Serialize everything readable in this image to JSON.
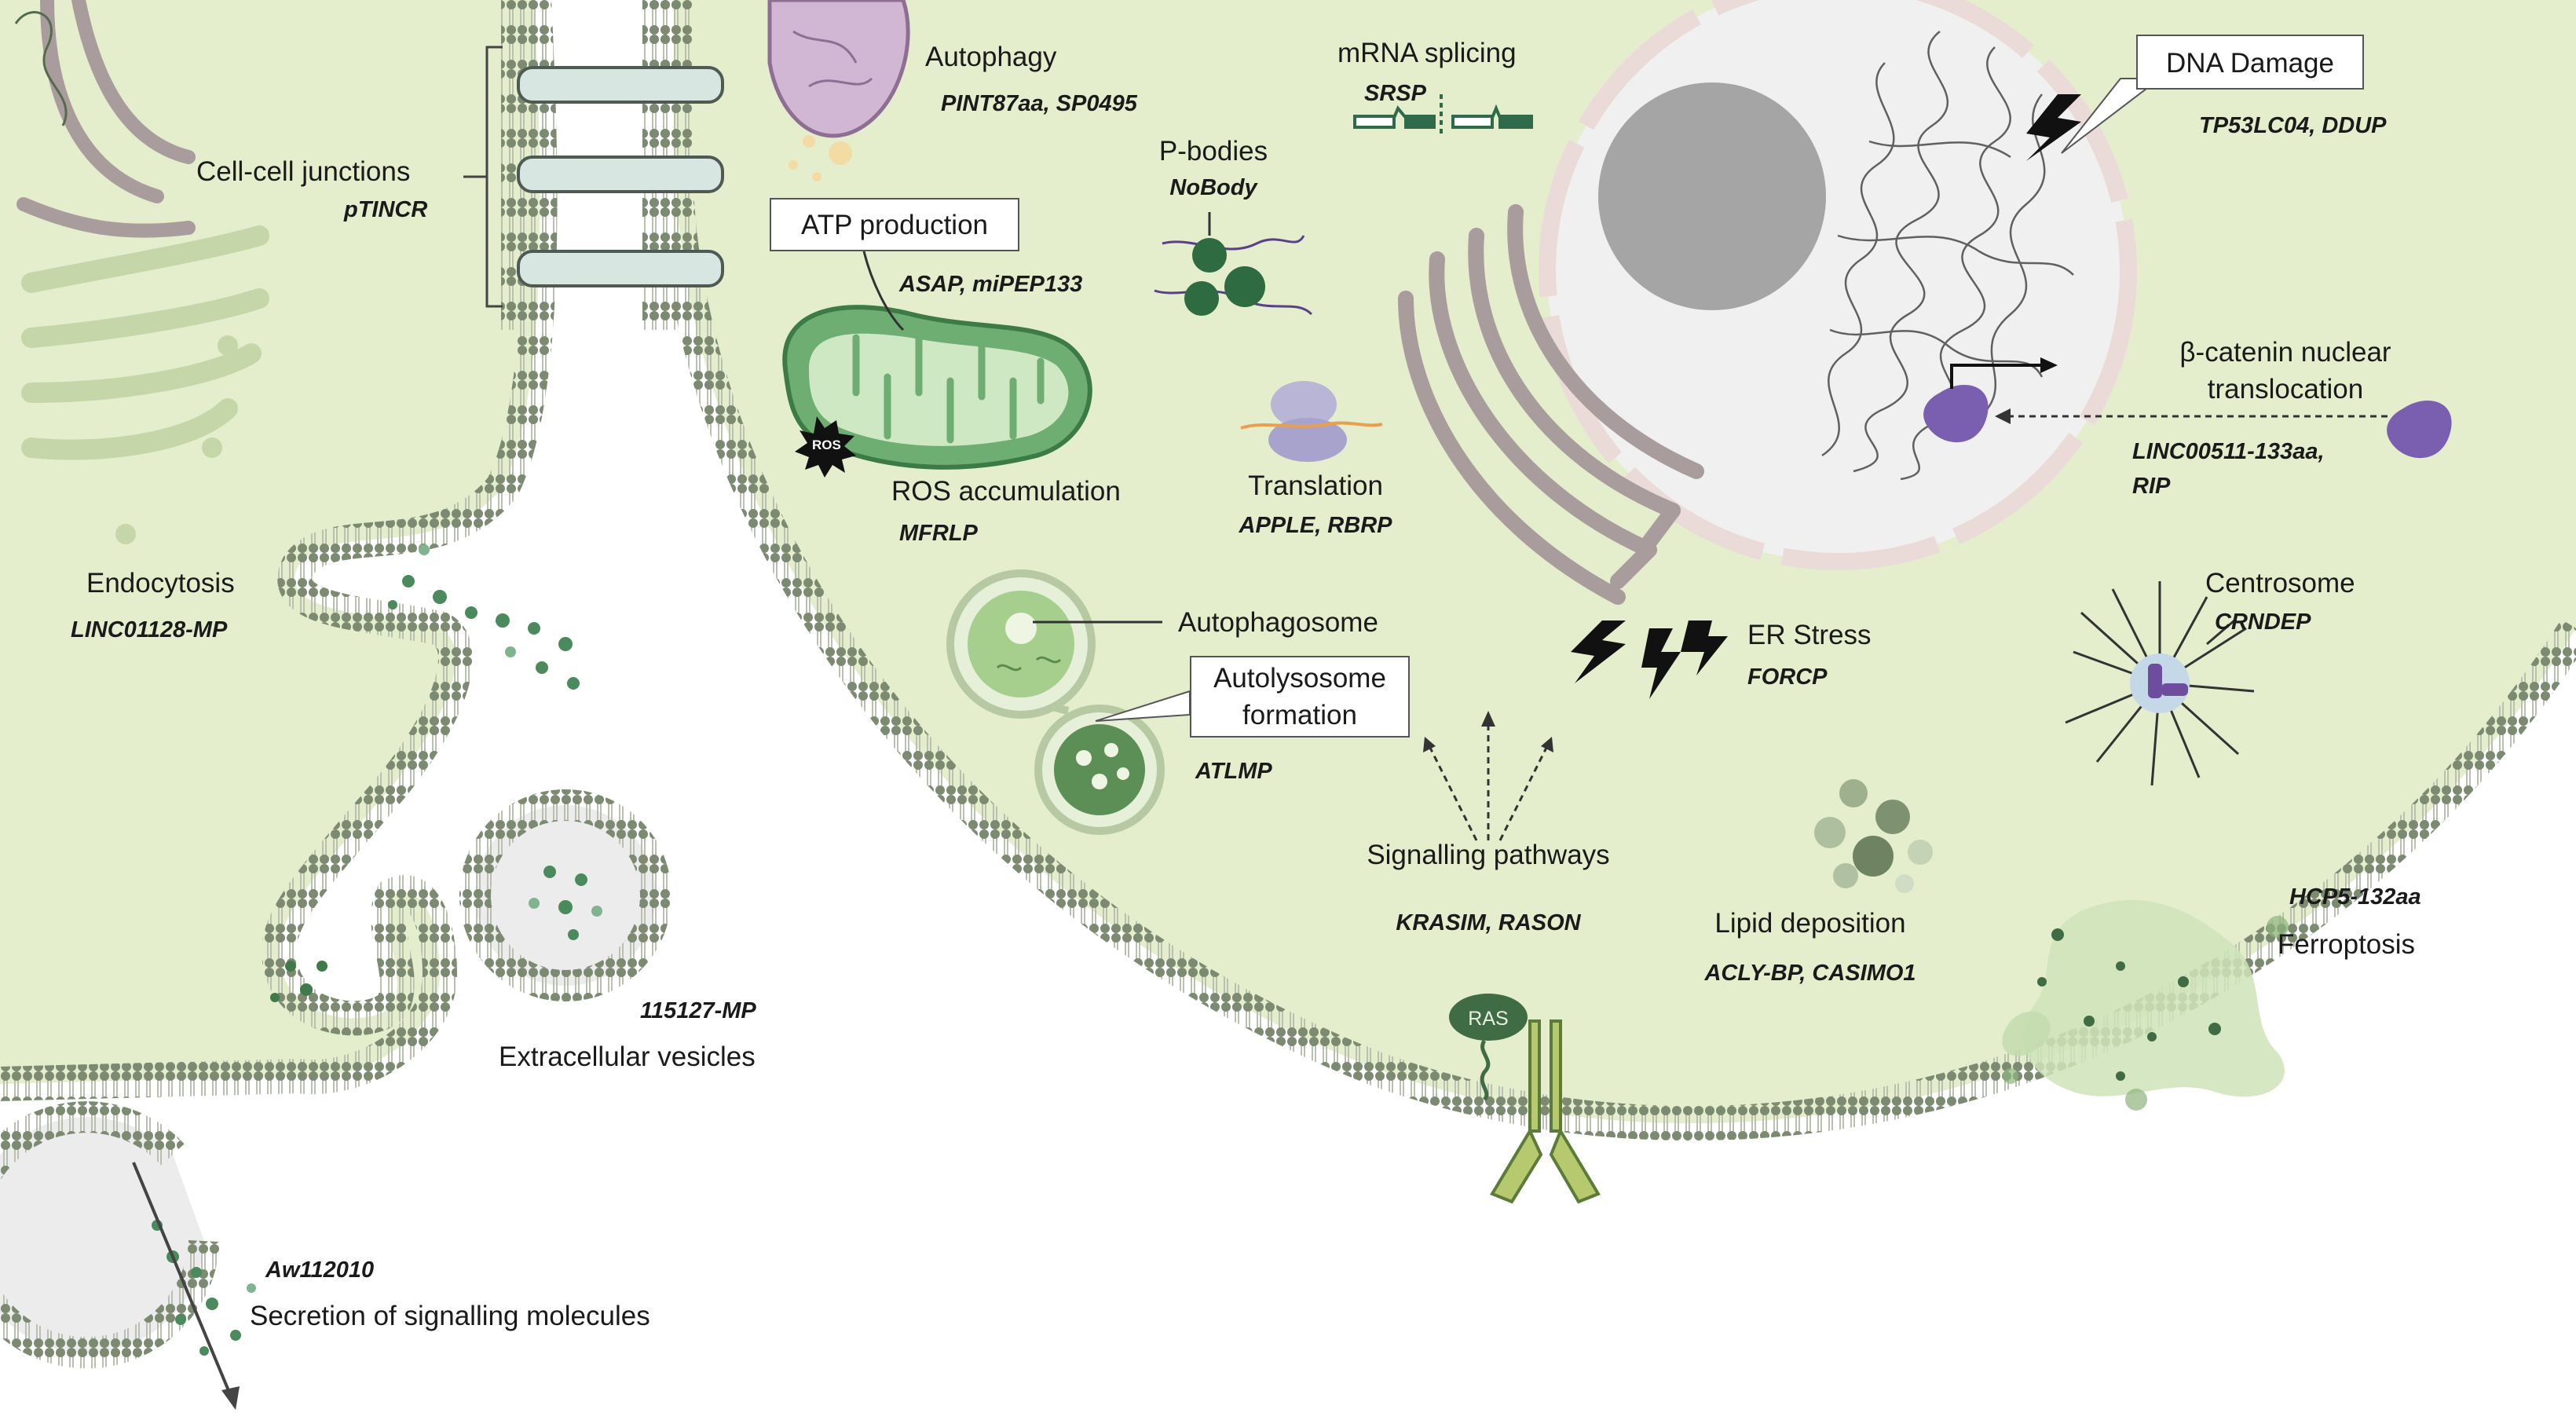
{
  "colors": {
    "cytoplasm": "#e4edcc",
    "membrane_head": "#7d8a72",
    "membrane_tail": "#b9c0b0",
    "mito_fill": "#6fae72",
    "mito_inner": "#cfe8c4",
    "golgi": "#a89c9c",
    "nucleus_env": "#eadbd8",
    "nucleolus": "#a5a5a5",
    "vesicle_dot": "#4a8a5c",
    "protein_purple": "#7a5fb0",
    "label_text": "#1a1a1a"
  },
  "icons": [
    "ros-burst-icon",
    "lightning-bolt-icon",
    "ras-protein-icon",
    "receptor-icon",
    "beta-catenin-protein-icon",
    "centrosome-icon",
    "lipid-droplet-icon",
    "ribosome-icon",
    "p-body-icon",
    "autophagosome-icon",
    "mitochondrion-icon",
    "golgi-icon",
    "er-icon",
    "nucleus-icon"
  ],
  "labels": {
    "autophagy": "Autophagy",
    "autophagy_genes": "PINT87aa, SP0495",
    "cell_junctions": "Cell-cell junctions",
    "cell_junctions_genes": "pTINCR",
    "mrna_splicing": "mRNA splicing",
    "mrna_splicing_genes": "SRSP",
    "p_bodies": "P-bodies",
    "p_bodies_genes": "NoBody",
    "dna_damage": "DNA Damage",
    "dna_damage_genes": "TP53LC04, DDUP",
    "atp_production": "ATP production",
    "atp_genes": "ASAP, miPEP133",
    "ros_burst": "ROS",
    "ros_accumulation": "ROS accumulation",
    "ros_genes": "MFRLP",
    "translation": "Translation",
    "translation_genes": "APPLE, RBRP",
    "beta_catenin_line1": "β-catenin nuclear",
    "beta_catenin_line2": "translocation",
    "beta_catenin_genes_1": "LINC00511-133aa,",
    "beta_catenin_genes_2": "RIP",
    "endocytosis": "Endocytosis",
    "endocytosis_genes": "LINC01128-MP",
    "autophagosome": "Autophagosome",
    "autolysosome_line1": "Autolysosome",
    "autolysosome_line2": "formation",
    "autolysosome_genes": "ATLMP",
    "er_stress": "ER Stress",
    "er_stress_genes": "FORCP",
    "centrosome": "Centrosome",
    "centrosome_genes": "CRNDEP",
    "signalling": "Signalling pathways",
    "signalling_genes": "KRASIM, RASON",
    "ras": "RAS",
    "lipid": "Lipid deposition",
    "lipid_genes": "ACLY-BP, CASIMO1",
    "ferroptosis": "Ferroptosis",
    "ferroptosis_genes": "HCP5-132aa",
    "ev_genes": "115127-MP",
    "ev": "Extracellular vesicles",
    "secretion_genes": "Aw112010",
    "secretion": "Secretion of signalling molecules"
  }
}
